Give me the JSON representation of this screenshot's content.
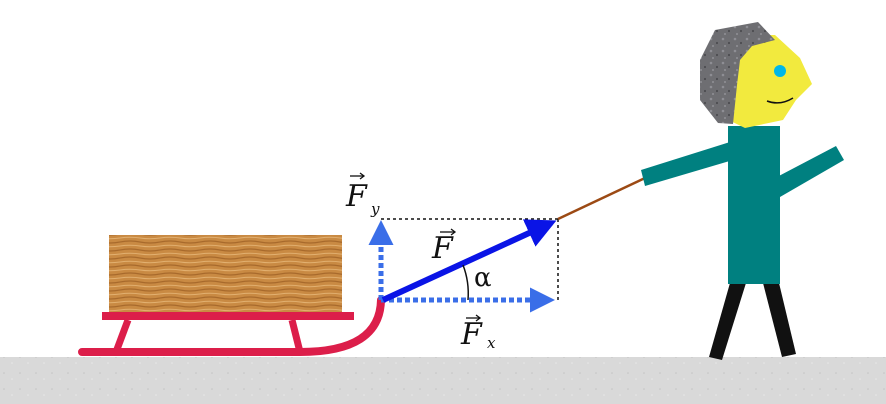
{
  "labels": {
    "force": "F",
    "fx_main": "F",
    "fx_sub": "x",
    "fy_main": "F",
    "fy_sub": "y",
    "angle": "α"
  },
  "colors": {
    "background": "#ffffff",
    "ground": "#d9d9d9",
    "sled": "#dc1e4a",
    "wood_light": "#d9a25a",
    "wood_dark": "#a86a2c",
    "force_arrow": "#0a14e6",
    "component_arrow": "#3a6ee8",
    "dashed_box": "#111111",
    "rope": "#9c4a14",
    "body": "#008080",
    "legs": "#111111",
    "face": "#f2ea3e",
    "hair": "#6e6e72",
    "eye": "#00b7e8"
  }
}
